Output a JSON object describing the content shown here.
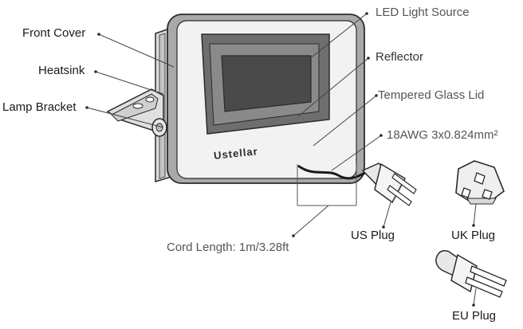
{
  "labels": {
    "front_cover": "Front Cover",
    "heatsink": "Heatsink",
    "lamp_bracket": "Lamp Bracket",
    "led_light_source": "LED Light Source",
    "reflector": "Reflector",
    "tempered_glass_lid": "Tempered Glass Lid",
    "cable_spec": "18AWG 3x0.824mm²",
    "cord_length": "Cord Length: 1m/3.28ft",
    "us_plug": "US Plug",
    "uk_plug": "UK Plug",
    "eu_plug": "EU Plug"
  },
  "brand": "Ustellar",
  "colors": {
    "line": "#2b2b2b",
    "cover_fill": "#a9a9a9",
    "reflector_fill": "#6e6e6e",
    "led_fill": "#4a4a4a",
    "body_fill": "#f2f2f2"
  }
}
